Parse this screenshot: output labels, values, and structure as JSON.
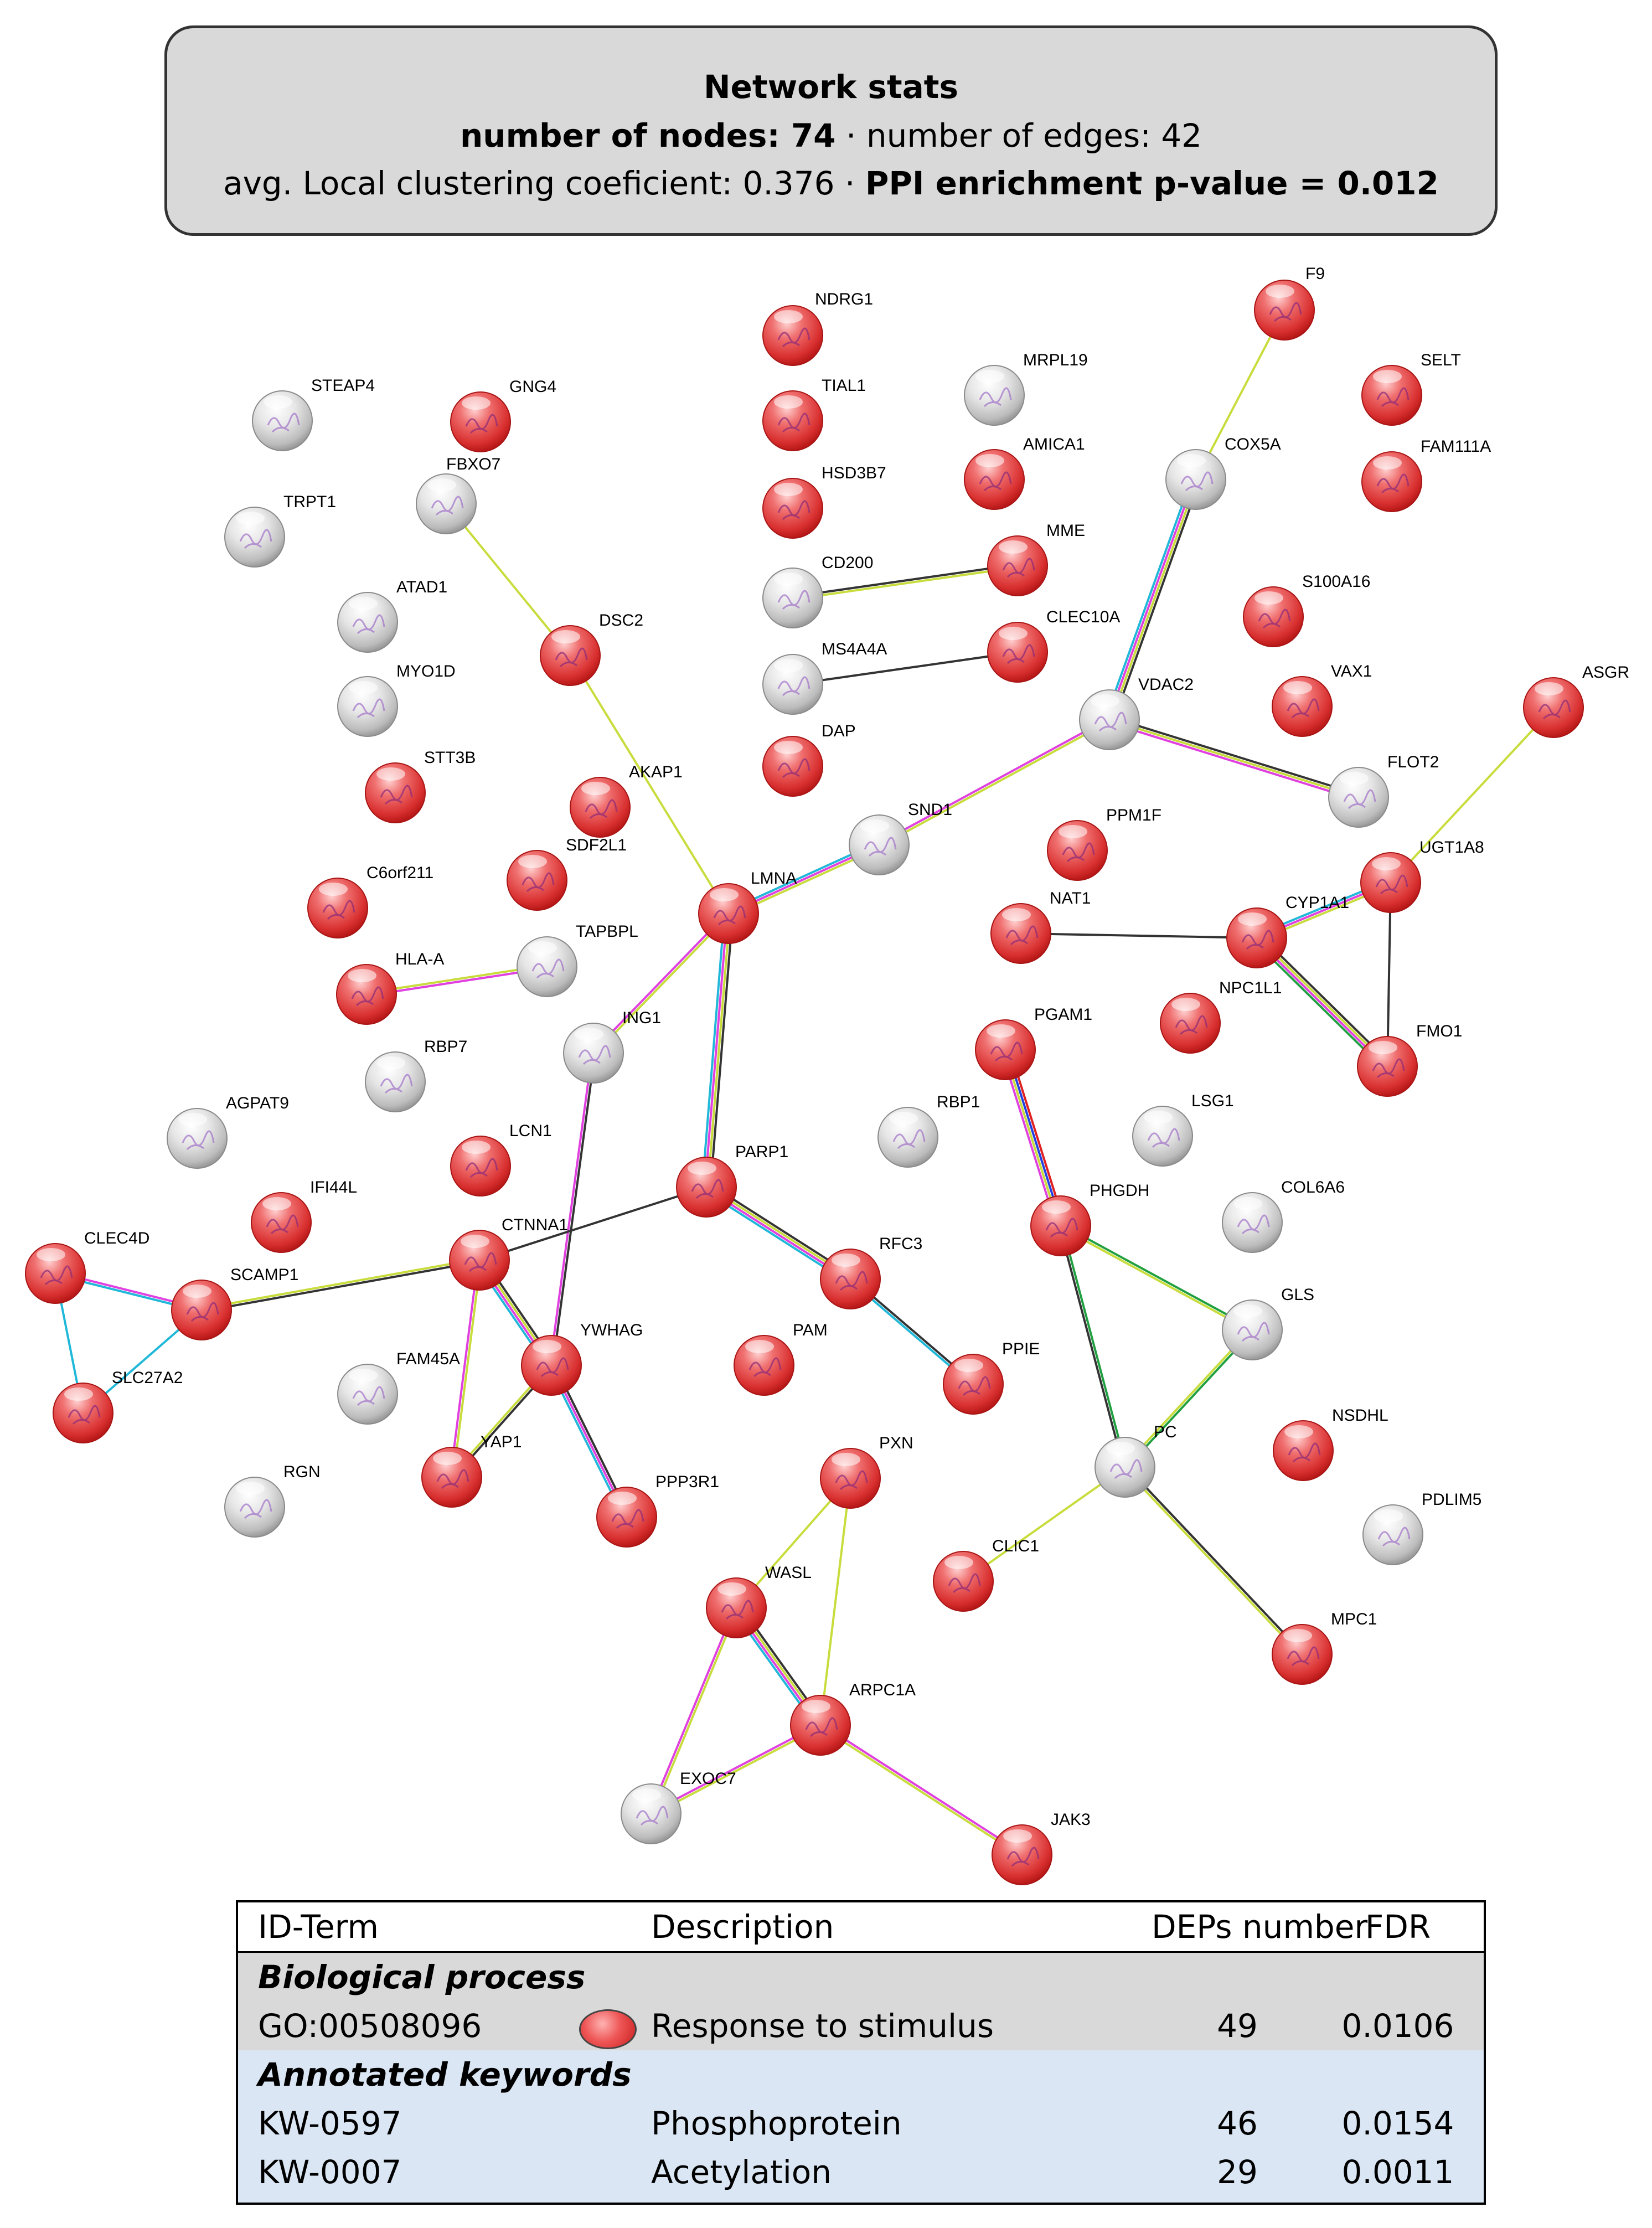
{
  "stats": {
    "title": "Network stats",
    "nodes_label": "number of nodes: 74",
    "separator": " · ",
    "edges_label": "number of edges: 42",
    "clustering_label": "avg. Local clustering coeficient: 0.376",
    "ppi_label": "PPI enrichment p-value = 0.012"
  },
  "colors": {
    "red_node": "#e8403f",
    "grey_node": "#d8d8d8",
    "edge_yellow": "#c8dc3c",
    "edge_magenta": "#e040e0",
    "edge_cyan": "#20b8d8",
    "edge_black": "#333333",
    "edge_green": "#20a040",
    "edge_red": "#e02020",
    "edge_blue": "#2040e0",
    "kw_title": "#1c74c3"
  },
  "network": {
    "nodes": [
      {
        "id": "NDRG1",
        "label": "NDRG1",
        "color": "red"
      },
      {
        "id": "F9",
        "label": "F9",
        "color": "red"
      },
      {
        "id": "STEAP4",
        "label": "STEAP4",
        "color": "grey"
      },
      {
        "id": "GNG4",
        "label": "GNG4",
        "color": "red"
      },
      {
        "id": "TIAL1",
        "label": "TIAL1",
        "color": "red"
      },
      {
        "id": "MRPL19",
        "label": "MRPL19",
        "color": "grey"
      },
      {
        "id": "SELT",
        "label": "SELT",
        "color": "red"
      },
      {
        "id": "FBXO7",
        "label": "FBXO7",
        "color": "grey"
      },
      {
        "id": "HSD3B7",
        "label": "HSD3B7",
        "color": "red"
      },
      {
        "id": "AMICA1",
        "label": "AMICA1",
        "color": "red"
      },
      {
        "id": "COX5A",
        "label": "COX5A",
        "color": "grey"
      },
      {
        "id": "FAM111A",
        "label": "FAM111A",
        "color": "red"
      },
      {
        "id": "TRPT1",
        "label": "TRPT1",
        "color": "grey"
      },
      {
        "id": "CD200",
        "label": "CD200",
        "color": "grey"
      },
      {
        "id": "MME",
        "label": "MME",
        "color": "red"
      },
      {
        "id": "ATAD1",
        "label": "ATAD1",
        "color": "grey"
      },
      {
        "id": "DSC2",
        "label": "DSC2",
        "color": "red"
      },
      {
        "id": "S100A16",
        "label": "S100A16",
        "color": "red"
      },
      {
        "id": "MS4A4A",
        "label": "MS4A4A",
        "color": "grey"
      },
      {
        "id": "CLEC10A",
        "label": "CLEC10A",
        "color": "red"
      },
      {
        "id": "MYO1D",
        "label": "MYO1D",
        "color": "grey"
      },
      {
        "id": "VAX1",
        "label": "VAX1",
        "color": "red"
      },
      {
        "id": "VDAC2",
        "label": "VDAC2",
        "color": "grey"
      },
      {
        "id": "ASGR",
        "label": "ASGR",
        "color": "red"
      },
      {
        "id": "DAP",
        "label": "DAP",
        "color": "red"
      },
      {
        "id": "STT3B",
        "label": "STT3B",
        "color": "red"
      },
      {
        "id": "AKAP1",
        "label": "AKAP1",
        "color": "red"
      },
      {
        "id": "FLOT2",
        "label": "FLOT2",
        "color": "grey"
      },
      {
        "id": "SND1",
        "label": "SND1",
        "color": "grey"
      },
      {
        "id": "PPM1F",
        "label": "PPM1F",
        "color": "red"
      },
      {
        "id": "SDF2L1",
        "label": "SDF2L1",
        "color": "red"
      },
      {
        "id": "C6orf211",
        "label": "C6orf211",
        "color": "red"
      },
      {
        "id": "UGT1A8",
        "label": "UGT1A8",
        "color": "red"
      },
      {
        "id": "LMNA",
        "label": "LMNA",
        "color": "red"
      },
      {
        "id": "NAT1",
        "label": "NAT1",
        "color": "red"
      },
      {
        "id": "CYP1A1",
        "label": "CYP1A1",
        "color": "red"
      },
      {
        "id": "TAPBPL",
        "label": "TAPBPL",
        "color": "grey"
      },
      {
        "id": "HLA-A",
        "label": "HLA-A",
        "color": "red"
      },
      {
        "id": "NPC1L1",
        "label": "NPC1L1",
        "color": "red"
      },
      {
        "id": "ING1",
        "label": "ING1",
        "color": "grey"
      },
      {
        "id": "FMO1",
        "label": "FMO1",
        "color": "red"
      },
      {
        "id": "PGAM1",
        "label": "PGAM1",
        "color": "red"
      },
      {
        "id": "RBP7",
        "label": "RBP7",
        "color": "grey"
      },
      {
        "id": "AGPAT9",
        "label": "AGPAT9",
        "color": "grey"
      },
      {
        "id": "LSG1",
        "label": "LSG1",
        "color": "grey"
      },
      {
        "id": "RBP1",
        "label": "RBP1",
        "color": "grey"
      },
      {
        "id": "LCN1",
        "label": "LCN1",
        "color": "red"
      },
      {
        "id": "PARP1",
        "label": "PARP1",
        "color": "red"
      },
      {
        "id": "IFI44L",
        "label": "IFI44L",
        "color": "red"
      },
      {
        "id": "PHGDH",
        "label": "PHGDH",
        "color": "red"
      },
      {
        "id": "COL6A6",
        "label": "COL6A6",
        "color": "grey"
      },
      {
        "id": "CTNNA1",
        "label": "CTNNA1",
        "color": "red"
      },
      {
        "id": "CLEC4D",
        "label": "CLEC4D",
        "color": "red"
      },
      {
        "id": "RFC3",
        "label": "RFC3",
        "color": "red"
      },
      {
        "id": "SCAMP1",
        "label": "SCAMP1",
        "color": "red"
      },
      {
        "id": "GLS",
        "label": "GLS",
        "color": "grey"
      },
      {
        "id": "YWHAG",
        "label": "YWHAG",
        "color": "red"
      },
      {
        "id": "PAM",
        "label": "PAM",
        "color": "red"
      },
      {
        "id": "PPIE",
        "label": "PPIE",
        "color": "red"
      },
      {
        "id": "FAM45A",
        "label": "FAM45A",
        "color": "grey"
      },
      {
        "id": "SLC27A2",
        "label": "SLC27A2",
        "color": "red"
      },
      {
        "id": "NSDHL",
        "label": "NSDHL",
        "color": "red"
      },
      {
        "id": "PXN",
        "label": "PXN",
        "color": "red"
      },
      {
        "id": "PC",
        "label": "PC",
        "color": "grey"
      },
      {
        "id": "YAP1",
        "label": "YAP1",
        "color": "red"
      },
      {
        "id": "RGN",
        "label": "RGN",
        "color": "grey"
      },
      {
        "id": "PPP3R1",
        "label": "PPP3R1",
        "color": "red"
      },
      {
        "id": "PDLIM5",
        "label": "PDLIM5",
        "color": "grey"
      },
      {
        "id": "CLIC1",
        "label": "CLIC1",
        "color": "red"
      },
      {
        "id": "WASL",
        "label": "WASL",
        "color": "red"
      },
      {
        "id": "MPC1",
        "label": "MPC1",
        "color": "red"
      },
      {
        "id": "ARPC1A",
        "label": "ARPC1A",
        "color": "red"
      },
      {
        "id": "EXOC7",
        "label": "EXOC7",
        "color": "grey"
      },
      {
        "id": "JAK3",
        "label": "JAK3",
        "color": "red"
      }
    ],
    "edges": [
      {
        "source": "FBXO7",
        "target": "DSC2",
        "colors": [
          "yellow"
        ]
      },
      {
        "source": "DSC2",
        "target": "LMNA",
        "colors": [
          "yellow"
        ]
      },
      {
        "source": "CD200",
        "target": "MME",
        "colors": [
          "black",
          "yellow"
        ]
      },
      {
        "source": "MS4A4A",
        "target": "CLEC10A",
        "colors": [
          "black"
        ]
      },
      {
        "source": "F9",
        "target": "COX5A",
        "colors": [
          "yellow"
        ]
      },
      {
        "source": "COX5A",
        "target": "VDAC2",
        "colors": [
          "black",
          "yellow",
          "magenta",
          "cyan"
        ]
      },
      {
        "source": "VDAC2",
        "target": "FLOT2",
        "colors": [
          "black",
          "yellow",
          "magenta"
        ]
      },
      {
        "source": "VDAC2",
        "target": "SND1",
        "colors": [
          "yellow",
          "magenta"
        ]
      },
      {
        "source": "SND1",
        "target": "LMNA",
        "colors": [
          "yellow",
          "magenta",
          "cyan"
        ]
      },
      {
        "source": "HLA-A",
        "target": "TAPBPL",
        "colors": [
          "yellow",
          "magenta"
        ]
      },
      {
        "source": "LMNA",
        "target": "ING1",
        "colors": [
          "yellow",
          "magenta"
        ]
      },
      {
        "source": "LMNA",
        "target": "PARP1",
        "colors": [
          "black",
          "yellow",
          "magenta",
          "cyan"
        ]
      },
      {
        "source": "ING1",
        "target": "YWHAG",
        "colors": [
          "black",
          "magenta"
        ]
      },
      {
        "source": "ASGR",
        "target": "UGT1A8",
        "colors": [
          "yellow"
        ]
      },
      {
        "source": "UGT1A8",
        "target": "CYP1A1",
        "colors": [
          "yellow",
          "magenta",
          "cyan"
        ]
      },
      {
        "source": "UGT1A8",
        "target": "FMO1",
        "colors": [
          "black"
        ]
      },
      {
        "source": "NAT1",
        "target": "CYP1A1",
        "colors": [
          "black"
        ]
      },
      {
        "source": "CYP1A1",
        "target": "FMO1",
        "colors": [
          "black",
          "yellow",
          "magenta",
          "green"
        ]
      },
      {
        "source": "PGAM1",
        "target": "PHGDH",
        "colors": [
          "red",
          "blue",
          "yellow",
          "magenta"
        ]
      },
      {
        "source": "PHGDH",
        "target": "GLS",
        "colors": [
          "green",
          "yellow"
        ]
      },
      {
        "source": "PHGDH",
        "target": "PC",
        "colors": [
          "green",
          "black"
        ]
      },
      {
        "source": "GLS",
        "target": "PC",
        "colors": [
          "green",
          "yellow"
        ]
      },
      {
        "source": "PC",
        "target": "CLIC1",
        "colors": [
          "yellow"
        ]
      },
      {
        "source": "PC",
        "target": "MPC1",
        "colors": [
          "black",
          "yellow"
        ]
      },
      {
        "source": "PARP1",
        "target": "CTNNA1",
        "colors": [
          "black"
        ]
      },
      {
        "source": "PARP1",
        "target": "RFC3",
        "colors": [
          "black",
          "yellow",
          "magenta",
          "cyan"
        ]
      },
      {
        "source": "RFC3",
        "target": "PPIE",
        "colors": [
          "black",
          "cyan"
        ]
      },
      {
        "source": "CLEC4D",
        "target": "SCAMP1",
        "colors": [
          "magenta",
          "cyan"
        ]
      },
      {
        "source": "CLEC4D",
        "target": "SLC27A2",
        "colors": [
          "cyan"
        ]
      },
      {
        "source": "SCAMP1",
        "target": "SLC27A2",
        "colors": [
          "cyan"
        ]
      },
      {
        "source": "SCAMP1",
        "target": "CTNNA1",
        "colors": [
          "yellow",
          "black"
        ]
      },
      {
        "source": "CTNNA1",
        "target": "YWHAG",
        "colors": [
          "black",
          "yellow",
          "magenta",
          "cyan"
        ]
      },
      {
        "source": "CTNNA1",
        "target": "YAP1",
        "colors": [
          "yellow",
          "magenta"
        ]
      },
      {
        "source": "YWHAG",
        "target": "YAP1",
        "colors": [
          "black",
          "yellow"
        ]
      },
      {
        "source": "YWHAG",
        "target": "PPP3R1",
        "colors": [
          "black",
          "magenta",
          "cyan"
        ]
      },
      {
        "source": "PXN",
        "target": "WASL",
        "colors": [
          "yellow"
        ]
      },
      {
        "source": "PXN",
        "target": "ARPC1A",
        "colors": [
          "yellow"
        ]
      },
      {
        "source": "WASL",
        "target": "ARPC1A",
        "colors": [
          "black",
          "yellow",
          "magenta",
          "cyan"
        ]
      },
      {
        "source": "WASL",
        "target": "EXOC7",
        "colors": [
          "yellow",
          "magenta"
        ]
      },
      {
        "source": "ARPC1A",
        "target": "EXOC7",
        "colors": [
          "yellow",
          "magenta"
        ]
      },
      {
        "source": "ARPC1A",
        "target": "JAK3",
        "colors": [
          "magenta",
          "yellow"
        ]
      }
    ]
  },
  "table": {
    "headers": {
      "id": "ID-Term",
      "desc": "Description",
      "num": "DEPs number",
      "fdr": "FDR"
    },
    "sections": [
      {
        "title": "Biological process",
        "rows": [
          {
            "id": "GO:00508096",
            "desc": "Response to stimulus",
            "num": "49",
            "fdr": "0.0106"
          }
        ]
      },
      {
        "title": "Annotated keywords",
        "rows": [
          {
            "id": "KW-0597",
            "desc": "Phosphoprotein",
            "num": "46",
            "fdr": "0.0154"
          },
          {
            "id": "KW-0007",
            "desc": "Acetylation",
            "num": "29",
            "fdr": "0.0011"
          }
        ]
      }
    ]
  }
}
